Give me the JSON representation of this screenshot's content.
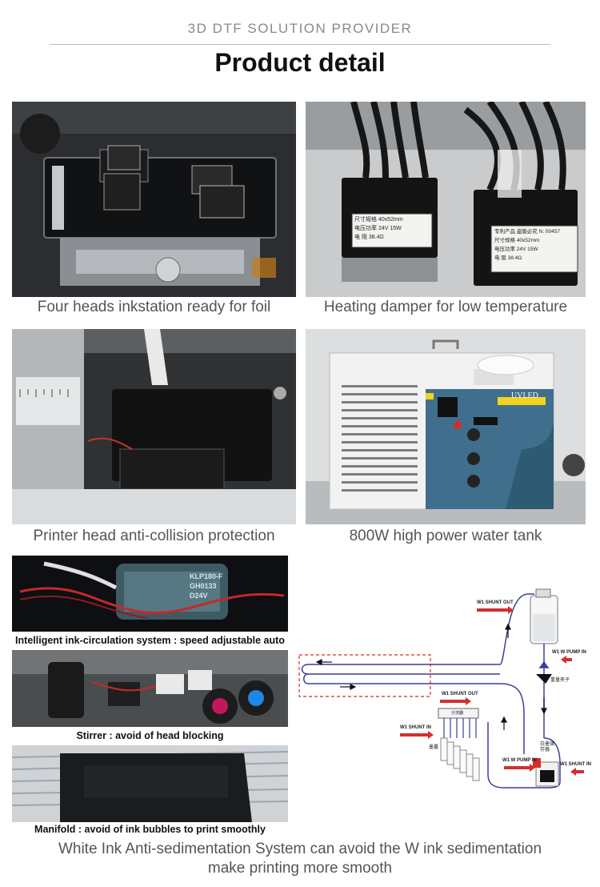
{
  "header": {
    "subtitle": "3D DTF SOLUTION PROVIDER",
    "title": "Product detail"
  },
  "panels": {
    "p1": {
      "caption": "Four heads inkstation ready for foil"
    },
    "p2": {
      "caption": "Heating damper for low temperature",
      "label_left": [
        "尺寸规格 40x52mm",
        "电压功率 24V 15W",
        "电     阻 38.4Ω"
      ],
      "label_right": [
        "专利产品 盗版必究 N: 00457",
        "尺寸规格 40x52mm",
        "电压功率 24V 15W",
        "电     阻 38.4Ω"
      ]
    },
    "p3": {
      "caption": "Printer head anti-collision protection"
    },
    "p4": {
      "caption": "800W high power water tank",
      "brand": "UVLED"
    },
    "p5": {
      "caption": "Intelligent ink-circulation system : speed adjustable auto",
      "pump_text": [
        "KLP180-F",
        "GH0133",
        "D24V"
      ]
    },
    "p6": {
      "caption": "Stirrer : avoid of head  blocking"
    },
    "p7": {
      "caption": "Manifold : avoid of ink bubbles to print smoothly"
    }
  },
  "diagram": {
    "labels": {
      "w1_shunt_out_top": "W1 SHUNT OUT",
      "w1_w_pump_in_top": "W1 W PUMP IN",
      "clamp": "重量夹子",
      "w1_shunt_out_mid": "W1 SHUNT OUT",
      "manifold": "分流器",
      "w1_shunt_in_left": "W1 SHUNT IN",
      "ink": "墨囊",
      "tank": "白墨储存器",
      "w1_w_pump_in_bottom": "W1 W PUMP IN",
      "w1_shunt_in_right": "W1 SHUNT IN"
    }
  },
  "footer": {
    "line1": "White Ink Anti-sedimentation System can avoid the W ink sedimentation",
    "line2": "make printing more smooth"
  }
}
